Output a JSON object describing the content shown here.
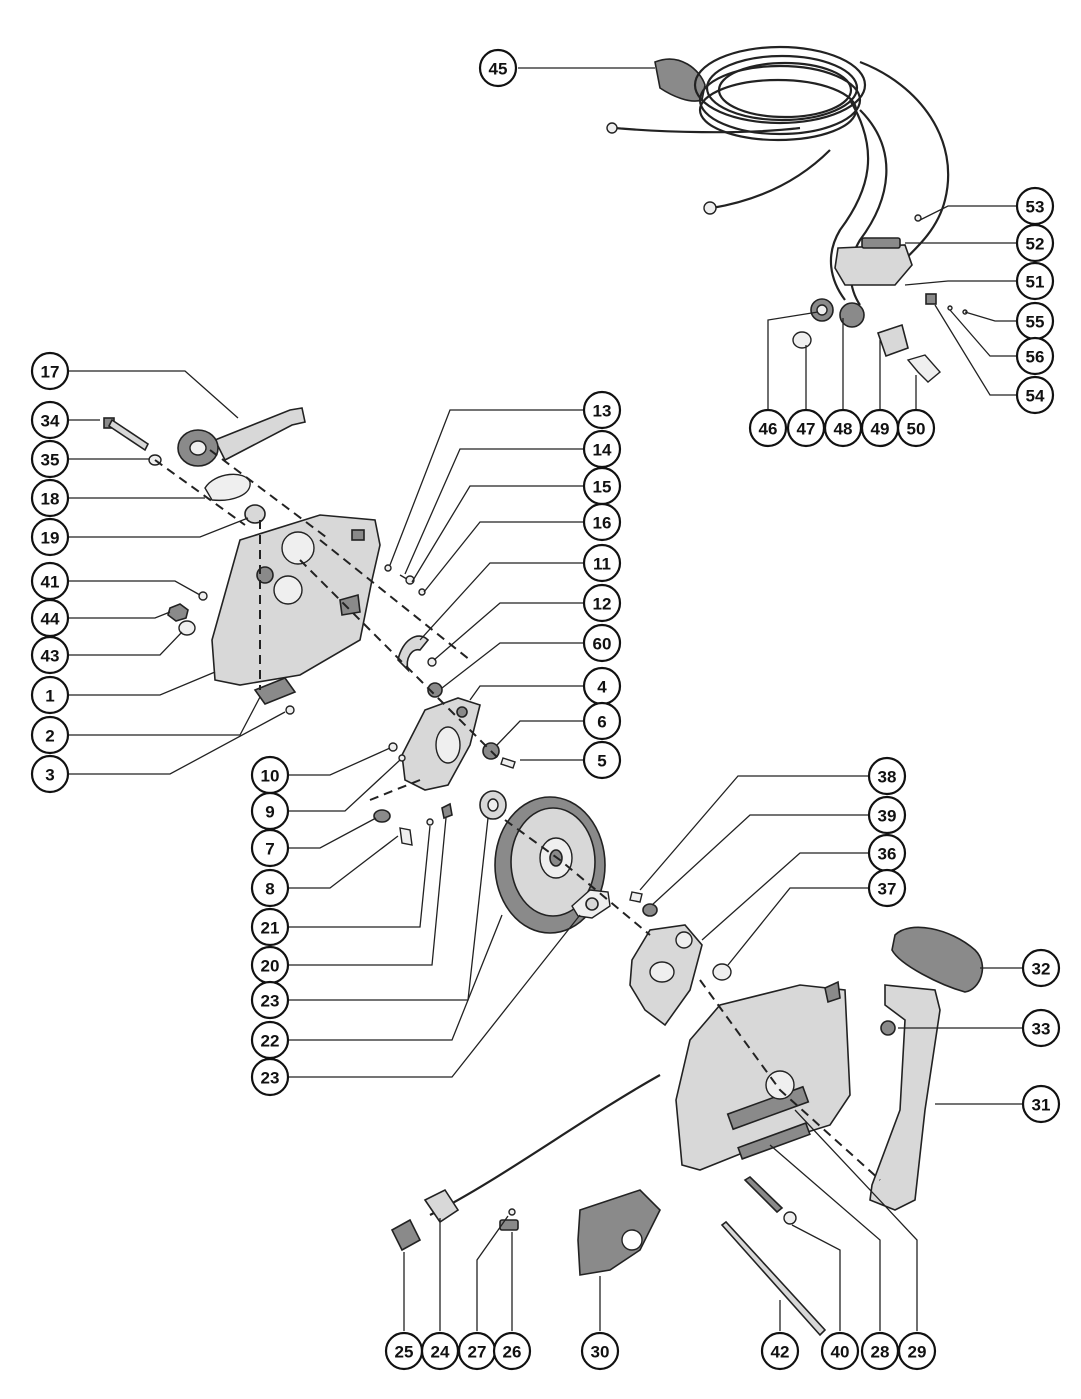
{
  "diagram": {
    "callouts": [
      {
        "id": "45",
        "label": "45"
      },
      {
        "id": "53",
        "label": "53"
      },
      {
        "id": "52",
        "label": "52"
      },
      {
        "id": "51",
        "label": "51"
      },
      {
        "id": "55",
        "label": "55"
      },
      {
        "id": "56",
        "label": "56"
      },
      {
        "id": "54",
        "label": "54"
      },
      {
        "id": "46",
        "label": "46"
      },
      {
        "id": "47",
        "label": "47"
      },
      {
        "id": "48",
        "label": "48"
      },
      {
        "id": "49",
        "label": "49"
      },
      {
        "id": "50",
        "label": "50"
      },
      {
        "id": "17",
        "label": "17"
      },
      {
        "id": "34",
        "label": "34"
      },
      {
        "id": "35",
        "label": "35"
      },
      {
        "id": "18",
        "label": "18"
      },
      {
        "id": "19",
        "label": "19"
      },
      {
        "id": "41",
        "label": "41"
      },
      {
        "id": "44",
        "label": "44"
      },
      {
        "id": "43",
        "label": "43"
      },
      {
        "id": "1",
        "label": "1"
      },
      {
        "id": "2",
        "label": "2"
      },
      {
        "id": "3",
        "label": "3"
      },
      {
        "id": "13",
        "label": "13"
      },
      {
        "id": "14",
        "label": "14"
      },
      {
        "id": "15",
        "label": "15"
      },
      {
        "id": "16",
        "label": "16"
      },
      {
        "id": "11",
        "label": "11"
      },
      {
        "id": "12",
        "label": "12"
      },
      {
        "id": "60",
        "label": "60"
      },
      {
        "id": "4",
        "label": "4"
      },
      {
        "id": "6",
        "label": "6"
      },
      {
        "id": "5",
        "label": "5"
      },
      {
        "id": "10",
        "label": "10"
      },
      {
        "id": "9",
        "label": "9"
      },
      {
        "id": "7",
        "label": "7"
      },
      {
        "id": "8",
        "label": "8"
      },
      {
        "id": "21",
        "label": "21"
      },
      {
        "id": "20",
        "label": "20"
      },
      {
        "id": "23a",
        "label": "23"
      },
      {
        "id": "22",
        "label": "22"
      },
      {
        "id": "23b",
        "label": "23"
      },
      {
        "id": "38",
        "label": "38"
      },
      {
        "id": "39",
        "label": "39"
      },
      {
        "id": "36",
        "label": "36"
      },
      {
        "id": "37",
        "label": "37"
      },
      {
        "id": "32",
        "label": "32"
      },
      {
        "id": "33",
        "label": "33"
      },
      {
        "id": "31",
        "label": "31"
      },
      {
        "id": "25",
        "label": "25"
      },
      {
        "id": "24",
        "label": "24"
      },
      {
        "id": "27",
        "label": "27"
      },
      {
        "id": "26",
        "label": "26"
      },
      {
        "id": "30",
        "label": "30"
      },
      {
        "id": "42",
        "label": "42"
      },
      {
        "id": "40",
        "label": "40"
      },
      {
        "id": "28",
        "label": "28"
      },
      {
        "id": "29",
        "label": "29"
      }
    ]
  }
}
